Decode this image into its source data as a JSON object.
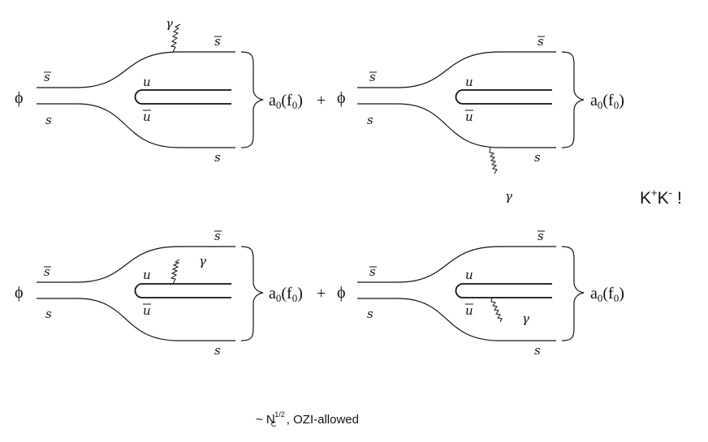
{
  "diagrams": [
    {
      "phi": "ϕ",
      "sbar": "s",
      "s": "s",
      "u": "u",
      "ubar": "u",
      "result": "a",
      "result_sub": "0",
      "result_f": "(f",
      "result_fsub": "0",
      "result_close": ")",
      "gamma": "γ",
      "plus": "+"
    },
    {
      "phi": "ϕ",
      "sbar": "s",
      "s": "s",
      "u": "u",
      "ubar": "u",
      "result": "a",
      "result_sub": "0",
      "result_f": "(f",
      "result_fsub": "0",
      "result_close": ")",
      "gamma": "γ"
    },
    {
      "phi": "ϕ",
      "sbar": "s",
      "s": "s",
      "u": "u",
      "ubar": "u",
      "result": "a",
      "result_sub": "0",
      "result_f": "(f",
      "result_fsub": "0",
      "result_close": ")",
      "gamma": "γ",
      "plus": "+"
    },
    {
      "phi": "ϕ",
      "sbar": "s",
      "s": "s",
      "u": "u",
      "ubar": "u",
      "result": "a",
      "result_sub": "0",
      "result_f": "(f",
      "result_fsub": "0",
      "result_close": ")",
      "gamma": "γ"
    }
  ],
  "side_label": {
    "k1": "K",
    "sup1": "+",
    "k2": "K",
    "sup2": "-",
    "bang": "!"
  },
  "footer": {
    "tilde": "~ N",
    "sub": "C",
    "sup": "-1/2",
    "rest": ", OZI-allowed"
  }
}
